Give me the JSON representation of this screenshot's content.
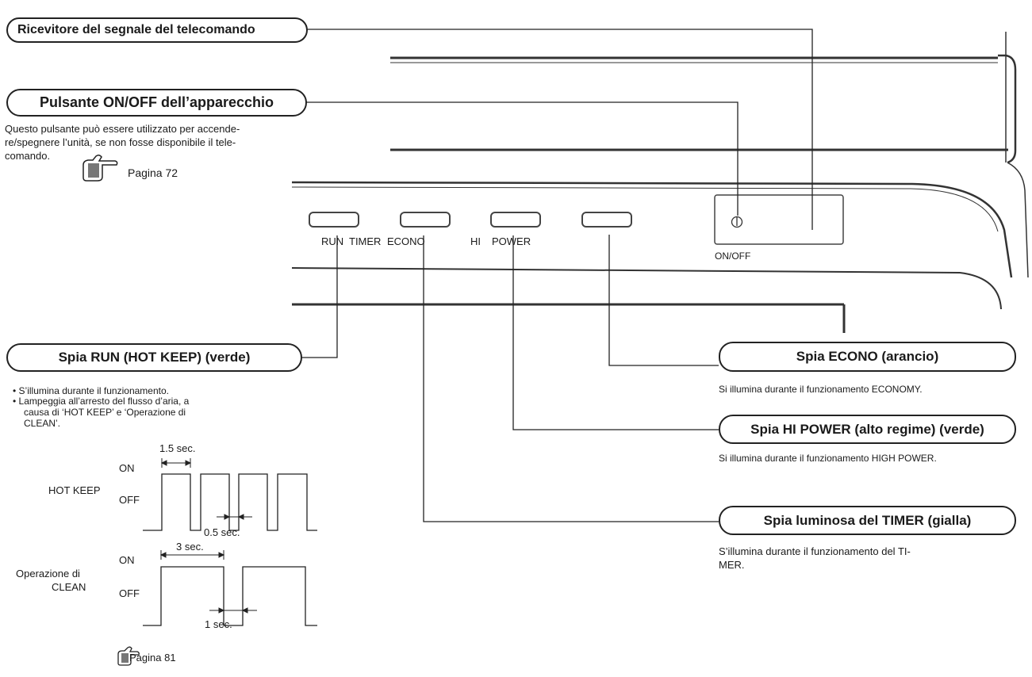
{
  "callouts": {
    "receiver": "Ricevitore del segnale del telecomando",
    "onoff_button": "Pulsante ON/OFF dell’apparecchio",
    "run_lamp": "Spia RUN (HOT KEEP) (verde)",
    "econo_lamp": "Spia ECONO (arancio)",
    "hipower_lamp": "Spia HI POWER (alto regime) (verde)",
    "timer_lamp": "Spia luminosa del TIMER (gialla)"
  },
  "onoff_desc": [
    "Questo pulsante può essere utilizzato per accende-",
    "re/spegnere l’unità, se non fosse disponibile il tele-",
    "comando."
  ],
  "page_refs": {
    "onoff": "Pagina 72",
    "run": "Pagina 81"
  },
  "panel": {
    "labels": [
      "RUN",
      "TIMER",
      "ECONO",
      "HI",
      "POWER"
    ],
    "onoff_label": "ON/OFF"
  },
  "run_desc": [
    "• S’illumina durante il funzionamento.",
    "• Lampeggia all’arresto del flusso d’aria, a",
    "causa di ‘HOT KEEP’ e ‘Operazione di",
    "CLEAN’."
  ],
  "econo_desc": "Si illumina durante il funzionamento ECONOMY.",
  "hipower_desc": "Si illumina durante il funzionamento HIGH POWER.",
  "timer_desc": [
    "S’illumina durante il funzionamento del TI-",
    "MER."
  ],
  "timing": {
    "on_label": "ON",
    "off_label": "OFF",
    "hot_keep": {
      "name": "HOT KEEP",
      "on_period": "1.5 sec.",
      "off_period": "0.5 sec."
    },
    "clean": {
      "name_line1": "Operazione di",
      "name_line2": "CLEAN",
      "on_period": "3 sec.",
      "off_period": "1 sec."
    }
  }
}
